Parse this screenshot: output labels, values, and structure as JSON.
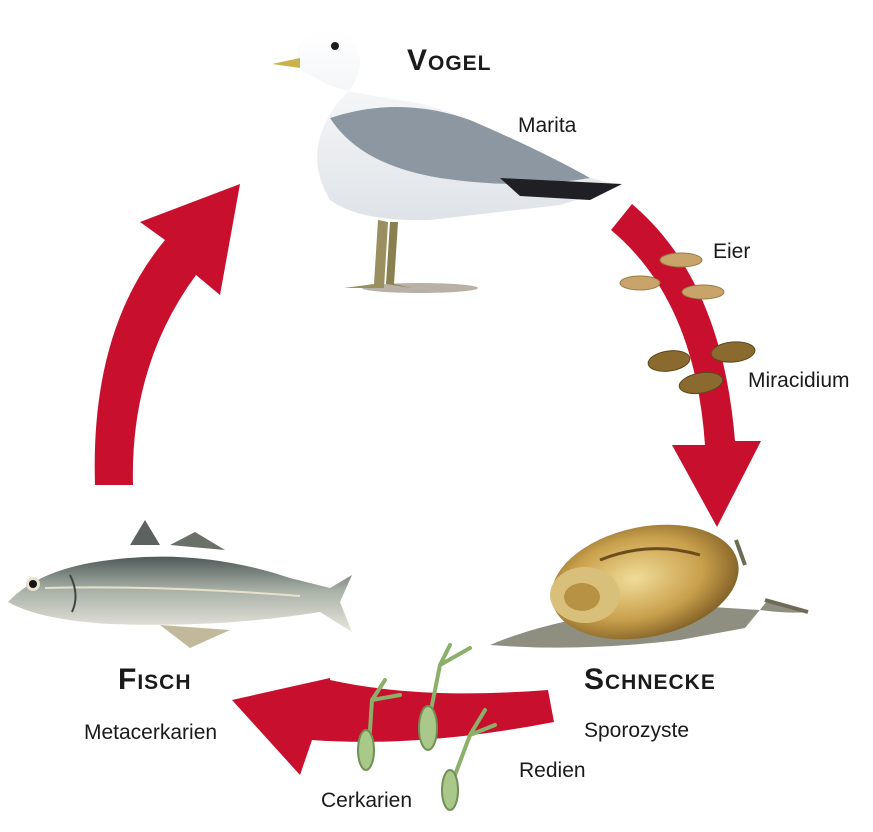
{
  "colors": {
    "arrow": "#c8102e",
    "egg": "#c9a46a",
    "miracidium": "#8a6a2e",
    "cercaria": "#8bb06a",
    "text": "#1a1a1a"
  },
  "hosts": {
    "bird": {
      "label": "Vogel",
      "icon": "gull-icon"
    },
    "snail": {
      "label": "Schnecke",
      "icon": "snail-icon"
    },
    "fish": {
      "label": "Fisch",
      "icon": "fish-icon"
    }
  },
  "stages": {
    "marita": "Marita",
    "eier": "Eier",
    "miracidium": "Miracidium",
    "sporozyste": "Sporozyste",
    "redien": "Redien",
    "cerkarien": "Cerkarien",
    "metacerkarien": "Metacerkarien"
  }
}
